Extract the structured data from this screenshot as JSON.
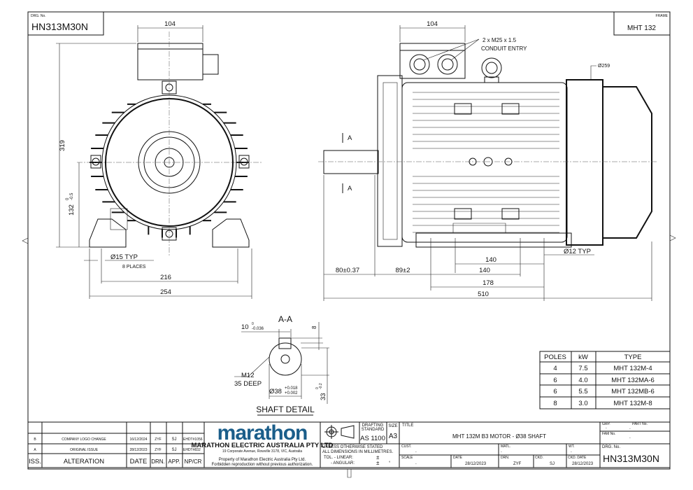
{
  "header": {
    "drg_no_label": "DRG. No.",
    "drg_no": "HN313M30N",
    "frame_label": "FRAME",
    "frame": "MHT 132"
  },
  "end_view": {
    "dim_104": "104",
    "dim_319": "319",
    "dim_132": "132",
    "dim_132_tol_up": "0",
    "dim_132_tol_low": "-0.5",
    "hole_note": "Ø15 TYP",
    "hole_places": "8 PLACES",
    "dim_216": "216",
    "dim_254": "254"
  },
  "side_view": {
    "dim_104": "104",
    "conduit_line1": "2 x M25 x 1.5",
    "conduit_line2": "CONDUIT ENTRY",
    "dia_259": "Ø259",
    "section_a_top": "A",
    "section_a_bottom": "A",
    "foot_hole": "Ø12 TYP",
    "dim_140_upper": "140",
    "dim_80": "80±0.37",
    "dim_89": "89±2",
    "dim_140": "140",
    "dim_178": "178",
    "dim_510": "510"
  },
  "shaft_detail": {
    "section": "A-A",
    "key_width": "10",
    "key_tol_up": "0",
    "key_tol_low": "-0.036",
    "key_depth": "8",
    "thread": "M12",
    "thread_depth": "35 DEEP",
    "shaft_dia": "Ø38",
    "shaft_tol_up": "+0.018",
    "shaft_tol_low": "+0.002",
    "dim_33": "33",
    "dim_33_tol_up": "0",
    "dim_33_tol_low": "-0.2",
    "title": "SHAFT DETAIL"
  },
  "type_table": {
    "headers": [
      "POLES",
      "kW",
      "TYPE"
    ],
    "rows": [
      [
        "4",
        "7.5",
        "MHT 132M-4"
      ],
      [
        "6",
        "4.0",
        "MHT 132MA-6"
      ],
      [
        "6",
        "5.5",
        "MHT 132MB-6"
      ],
      [
        "8",
        "3.0",
        "MHT 132M-8"
      ]
    ]
  },
  "revisions": {
    "headers": [
      "ISS.",
      "ALTERATION",
      "DATE",
      "DRN.",
      "APP.",
      "NP/CR"
    ],
    "rows": [
      [
        "B",
        "COMPANY LOGO CHANGE",
        "16/12/2024",
        "ZYF",
        "SJ",
        "EHDT#1056"
      ],
      [
        "A",
        "ORIGINAL ISSUE",
        "28/12/2023",
        "ZYF",
        "SJ",
        "EHDT#832"
      ]
    ]
  },
  "company": {
    "logo": "marathon",
    "name": "MARATHON ELECTRIC AUSTRALIA PTY LTD",
    "address": "19 Corporate Avenue, Rowville 3178, VIC, Australia",
    "property1": "Property of Marathon Electric Australia Pty Ltd.",
    "property2": "Forbidden reproduction without previous authorization."
  },
  "title_block": {
    "drafting_label1": "DRAFTING",
    "drafting_label2": "STANDARD",
    "drafting_standard": "AS 1100",
    "size_label": "SIZE",
    "size": "A3",
    "title_label": "TITLE",
    "title": "MHT 132M  B3 MOTOR - Ø38 SHAFT",
    "grp_label": "GRP.",
    "grp": "-",
    "part_label": "PART No.",
    "part": "-",
    "fam_label": "FAM No.",
    "fam": "-",
    "tol_line1": "UNLESS OTHERWISE STATED",
    "tol_line2": "ALL DIMENSIONS IN MILLIMETRES.",
    "tol_linear": "TOL.  - LINEAR:",
    "tol_angular": "- ANGULAR:",
    "pm1": "±",
    "pm2": "±",
    "deg": "°",
    "cust_label": "CUST.",
    "cust": "-",
    "matl_label": "MATL.",
    "matl": "-",
    "wt_label": "WT.",
    "wt": "-",
    "drg_label": "DRG. No.",
    "drg_no": "HN313M30N",
    "scale_label": "SCALE",
    "scale": "-",
    "date_label": "DATE",
    "date": "28/12/2023",
    "drn_label": "DRN.",
    "drn": "ZYF",
    "ckd_label": "CKD.",
    "ckd": "SJ",
    "ckd_date_label": "CKD. DATE",
    "ckd_date": "28/12/2023"
  }
}
